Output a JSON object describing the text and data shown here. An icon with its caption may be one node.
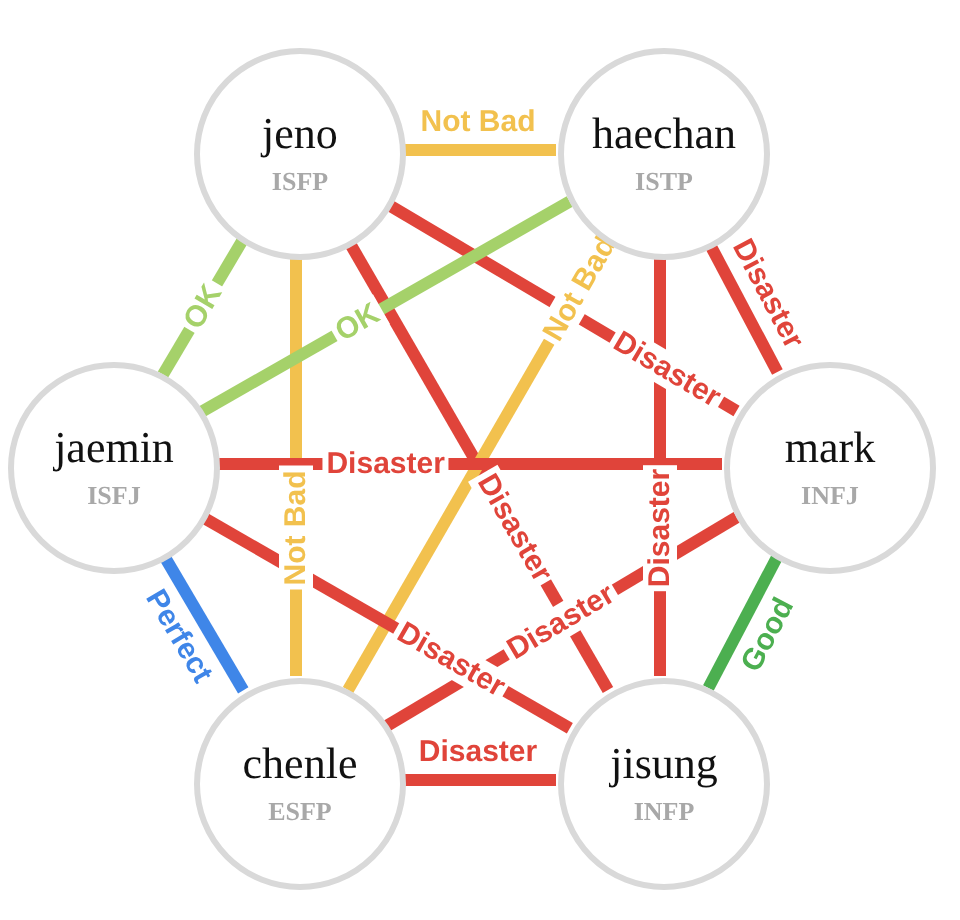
{
  "diagram": {
    "nodes": [
      {
        "text": [
          "jeno",
          "ISFP"
        ]
      },
      {
        "text": [
          "haechan",
          "ISTP"
        ]
      },
      {
        "text": [
          "jaemin",
          "ISFJ"
        ]
      },
      {
        "text": [
          "mark",
          "INFJ"
        ]
      },
      {
        "text": [
          "chenle",
          "ESFP"
        ]
      },
      {
        "text": [
          "jisung",
          "INFP"
        ]
      }
    ],
    "edges": [
      {
        "from": 0,
        "to": 1,
        "arrow": "none",
        "label": "Not Bad",
        "color": "#f2c14e"
      },
      {
        "from": 0,
        "to": 2,
        "arrow": "none",
        "label": "OK",
        "color": "#a5d16a"
      },
      {
        "from": 0,
        "to": 4,
        "arrow": "none",
        "label": "Not Bad",
        "color": "#f2c14e"
      },
      {
        "from": 0,
        "to": 3,
        "arrow": "none",
        "label": "Disaster"
      },
      {
        "from": 0,
        "to": 5,
        "arrow": "none",
        "label": "Disaster"
      },
      {
        "from": 1,
        "to": 2,
        "arrow": "none",
        "label": "OK",
        "color": "#a5d16a"
      },
      {
        "from": 1,
        "to": 4,
        "arrow": "none",
        "label": "Not Bad",
        "color": "#f2c14e"
      },
      {
        "from": 1,
        "to": 3,
        "arrow": "none",
        "label": "Disaster"
      },
      {
        "from": 1,
        "to": 5,
        "arrow": "none",
        "label": "Disaster"
      },
      {
        "from": 2,
        "to": 3,
        "arrow": "none",
        "label": "Disaster"
      },
      {
        "from": 2,
        "to": 4,
        "arrow": "none",
        "label": "Perfect",
        "color": "#3f86e8"
      },
      {
        "from": 2,
        "to": 5,
        "arrow": "none",
        "label": "Disaster"
      },
      {
        "from": 3,
        "to": 4,
        "arrow": "none",
        "label": "Disaster"
      },
      {
        "from": 3,
        "to": 5,
        "arrow": "none",
        "label": "Good",
        "color": "#4caf50"
      },
      {
        "from": 4,
        "to": 5,
        "arrow": "none",
        "label": "Disaster"
      }
    ]
  }
}
